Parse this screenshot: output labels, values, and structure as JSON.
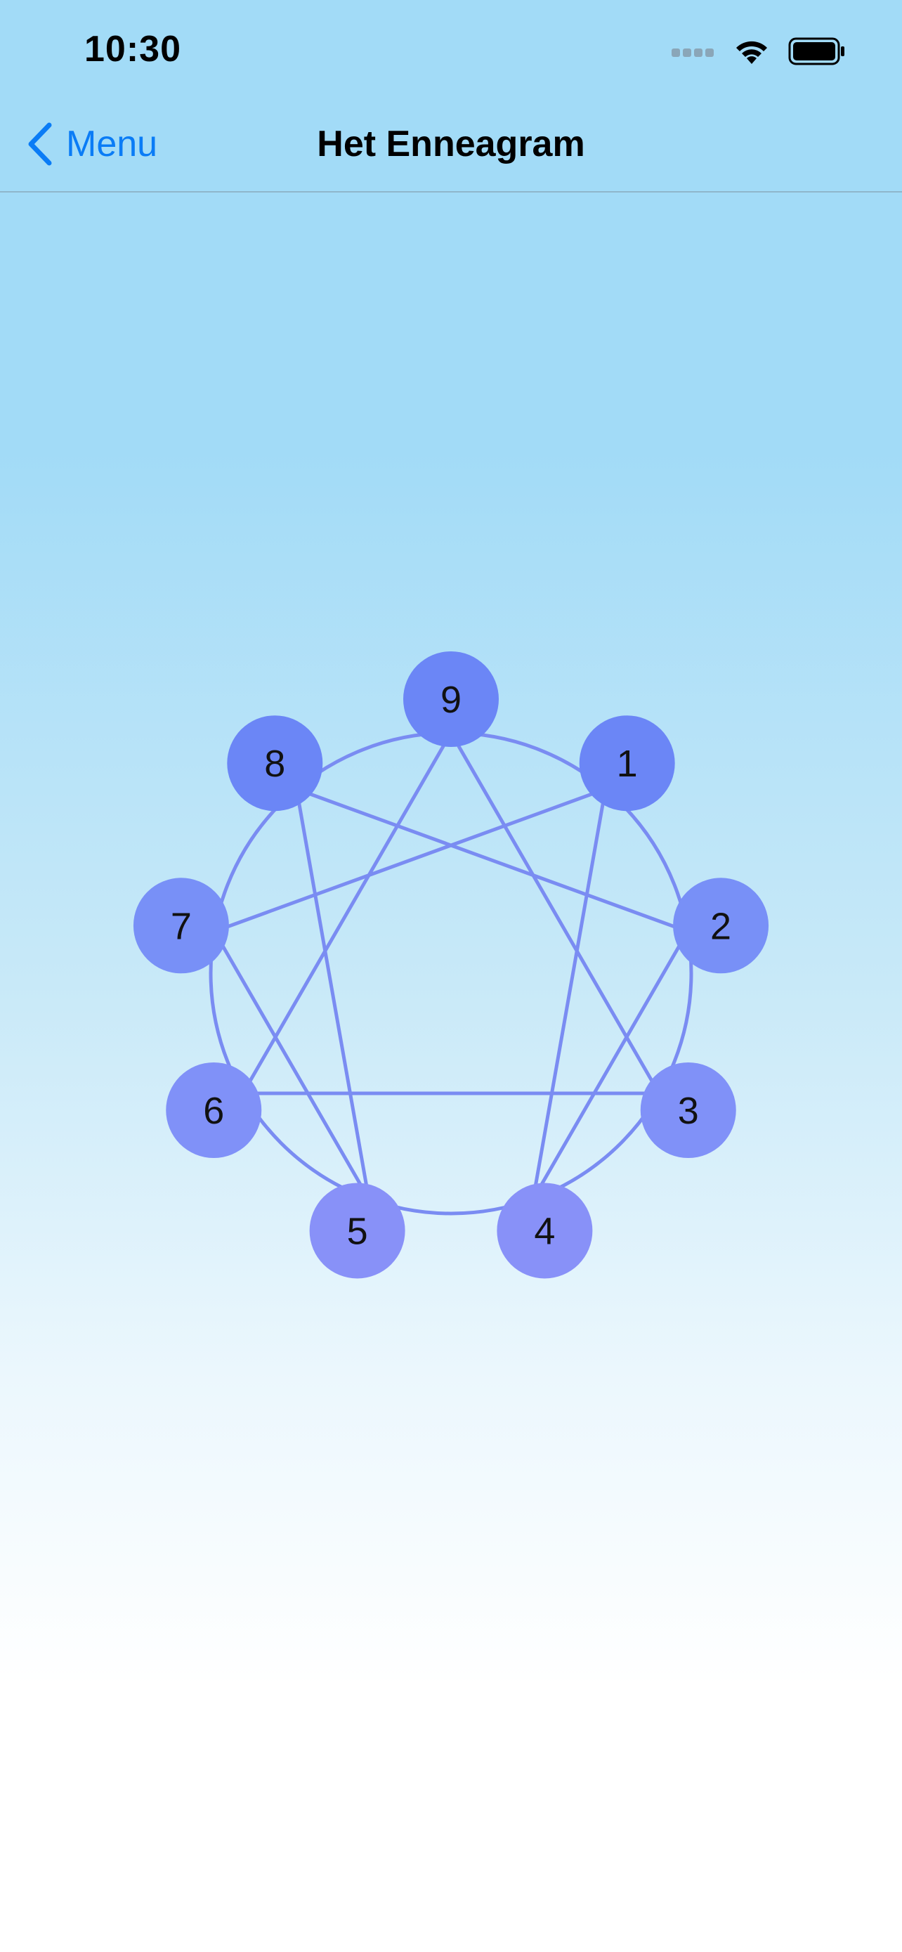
{
  "status_bar": {
    "time": "10:30"
  },
  "nav": {
    "back_label": "Menu",
    "title": "Het Enneagram"
  },
  "enneagram": {
    "points": [
      {
        "label": "9",
        "color": "#6b86f6"
      },
      {
        "label": "1",
        "color": "#6b86f6"
      },
      {
        "label": "2",
        "color": "#7890f7"
      },
      {
        "label": "3",
        "color": "#8091f8"
      },
      {
        "label": "4",
        "color": "#8891f8"
      },
      {
        "label": "5",
        "color": "#8891f8"
      },
      {
        "label": "6",
        "color": "#8091f8"
      },
      {
        "label": "7",
        "color": "#7890f7"
      },
      {
        "label": "8",
        "color": "#6b86f6"
      }
    ],
    "line_color": "#7a8cf2"
  },
  "colors": {
    "accent": "#0a7cf6",
    "sky_top": "#a2dbf7"
  }
}
